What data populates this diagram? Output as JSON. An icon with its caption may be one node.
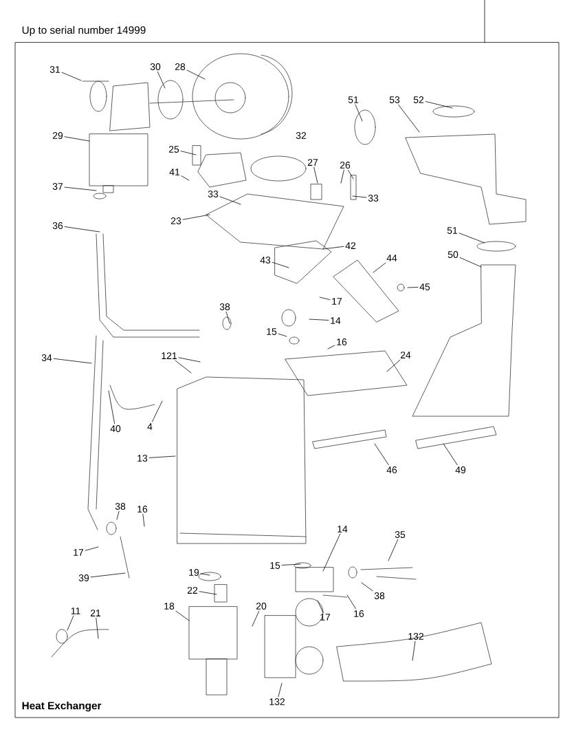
{
  "diagram": {
    "caption": "Heat Exchanger",
    "nodes": [
      {
        "text": [
          "31"
        ]
      },
      {
        "text": [
          "30"
        ]
      },
      {
        "text": [
          "28"
        ]
      },
      {
        "text": [
          "51"
        ]
      },
      {
        "text": [
          "53"
        ]
      },
      {
        "text": [
          "52"
        ]
      },
      {
        "text": [
          "29"
        ]
      },
      {
        "text": [
          "25"
        ]
      },
      {
        "text": [
          "27"
        ]
      },
      {
        "text": [
          "26"
        ]
      },
      {
        "text": [
          "41"
        ]
      },
      {
        "text": [
          "37"
        ]
      },
      {
        "text": [
          "33"
        ]
      },
      {
        "text": [
          "33"
        ]
      },
      {
        "text": [
          "23"
        ]
      },
      {
        "text": [
          "36"
        ]
      },
      {
        "text": [
          "51"
        ]
      },
      {
        "text": [
          "42"
        ]
      },
      {
        "text": [
          "50"
        ]
      },
      {
        "text": [
          "44"
        ]
      },
      {
        "text": [
          "43"
        ]
      },
      {
        "text": [
          "45"
        ]
      },
      {
        "text": [
          "17"
        ]
      },
      {
        "text": [
          "38"
        ]
      },
      {
        "text": [
          "14"
        ]
      },
      {
        "text": [
          "15"
        ]
      },
      {
        "text": [
          "16"
        ]
      },
      {
        "text": [
          "24"
        ]
      },
      {
        "text": [
          "121"
        ]
      },
      {
        "text": [
          "34"
        ]
      },
      {
        "text": [
          "40"
        ]
      },
      {
        "text": [
          "4"
        ]
      },
      {
        "text": [
          "13"
        ]
      },
      {
        "text": [
          "46"
        ]
      },
      {
        "text": [
          "49"
        ]
      },
      {
        "text": [
          "38"
        ]
      },
      {
        "text": [
          "16"
        ]
      },
      {
        "text": [
          "14"
        ]
      },
      {
        "text": [
          "35"
        ]
      },
      {
        "text": [
          "17"
        ]
      },
      {
        "text": [
          "15"
        ]
      },
      {
        "text": [
          "19"
        ]
      },
      {
        "text": [
          "39"
        ]
      },
      {
        "text": [
          "22"
        ]
      },
      {
        "text": [
          "38"
        ]
      },
      {
        "text": [
          "18"
        ]
      },
      {
        "text": [
          "20"
        ]
      },
      {
        "text": [
          "11"
        ]
      },
      {
        "text": [
          "21"
        ]
      },
      {
        "text": [
          "16"
        ]
      },
      {
        "text": [
          "17"
        ]
      },
      {
        "text": [
          "132"
        ]
      },
      {
        "text": [
          "132"
        ]
      }
    ],
    "edges": [
      {
        "from": 0,
        "to": null,
        "arrow": "none"
      },
      {
        "from": 1,
        "to": null,
        "arrow": "none"
      },
      {
        "from": 2,
        "to": null,
        "arrow": "none"
      },
      {
        "from": 3,
        "to": null,
        "arrow": "none"
      },
      {
        "from": 4,
        "to": null,
        "arrow": "none"
      },
      {
        "from": 5,
        "to": null,
        "arrow": "none"
      },
      {
        "from": 6,
        "to": null,
        "arrow": "none"
      },
      {
        "from": 7,
        "to": null,
        "arrow": "none"
      },
      {
        "from": 8,
        "to": null,
        "arrow": "none"
      },
      {
        "from": 9,
        "to": null,
        "arrow": "none"
      },
      {
        "from": 9,
        "to": null,
        "arrow": "none"
      },
      {
        "from": 10,
        "to": null,
        "arrow": "none"
      },
      {
        "from": 11,
        "to": null,
        "arrow": "none"
      },
      {
        "from": 12,
        "to": null,
        "arrow": "none"
      },
      {
        "from": 13,
        "to": null,
        "arrow": "none"
      },
      {
        "from": 14,
        "to": null,
        "arrow": "none"
      },
      {
        "from": 15,
        "to": null,
        "arrow": "none"
      },
      {
        "from": 16,
        "to": null,
        "arrow": "none"
      },
      {
        "from": 17,
        "to": null,
        "arrow": "none"
      },
      {
        "from": 18,
        "to": null,
        "arrow": "none"
      },
      {
        "from": 19,
        "to": null,
        "arrow": "none"
      },
      {
        "from": 20,
        "to": null,
        "arrow": "none"
      },
      {
        "from": 21,
        "to": null,
        "arrow": "none"
      },
      {
        "from": 22,
        "to": null,
        "arrow": "none"
      },
      {
        "from": 23,
        "to": null,
        "arrow": "none"
      },
      {
        "from": 24,
        "to": null,
        "arrow": "none"
      },
      {
        "from": 25,
        "to": null,
        "arrow": "none"
      },
      {
        "from": 26,
        "to": null,
        "arrow": "none"
      },
      {
        "from": 27,
        "to": null,
        "arrow": "none"
      },
      {
        "from": 28,
        "to": null,
        "arrow": "none"
      },
      {
        "from": 28,
        "to": null,
        "arrow": "none"
      },
      {
        "from": 29,
        "to": null,
        "arrow": "none"
      },
      {
        "from": 30,
        "to": null,
        "arrow": "none"
      },
      {
        "from": 31,
        "to": null,
        "arrow": "none"
      },
      {
        "from": 32,
        "to": null,
        "arrow": "none"
      },
      {
        "from": 33,
        "to": null,
        "arrow": "none"
      },
      {
        "from": 34,
        "to": null,
        "arrow": "none"
      },
      {
        "from": 35,
        "to": null,
        "arrow": "none"
      },
      {
        "from": 36,
        "to": null,
        "arrow": "none"
      },
      {
        "from": 37,
        "to": null,
        "arrow": "none"
      },
      {
        "from": 38,
        "to": null,
        "arrow": "none"
      },
      {
        "from": 39,
        "to": null,
        "arrow": "none"
      },
      {
        "from": 40,
        "to": null,
        "arrow": "none"
      },
      {
        "from": 41,
        "to": null,
        "arrow": "none"
      },
      {
        "from": 42,
        "to": null,
        "arrow": "none"
      },
      {
        "from": 43,
        "to": null,
        "arrow": "none"
      },
      {
        "from": 44,
        "to": null,
        "arrow": "none"
      },
      {
        "from": 45,
        "to": null,
        "arrow": "none"
      },
      {
        "from": 46,
        "to": null,
        "arrow": "none"
      },
      {
        "from": 47,
        "to": null,
        "arrow": "none"
      },
      {
        "from": 48,
        "to": null,
        "arrow": "none"
      },
      {
        "from": 49,
        "to": null,
        "arrow": "none"
      },
      {
        "from": 50,
        "to": null,
        "arrow": "none"
      },
      {
        "from": 51,
        "to": null,
        "arrow": "none"
      },
      {
        "from": 52,
        "to": null,
        "arrow": "none"
      }
    ],
    "labels": [
      "Up to serial number 14999",
      "32"
    ]
  }
}
